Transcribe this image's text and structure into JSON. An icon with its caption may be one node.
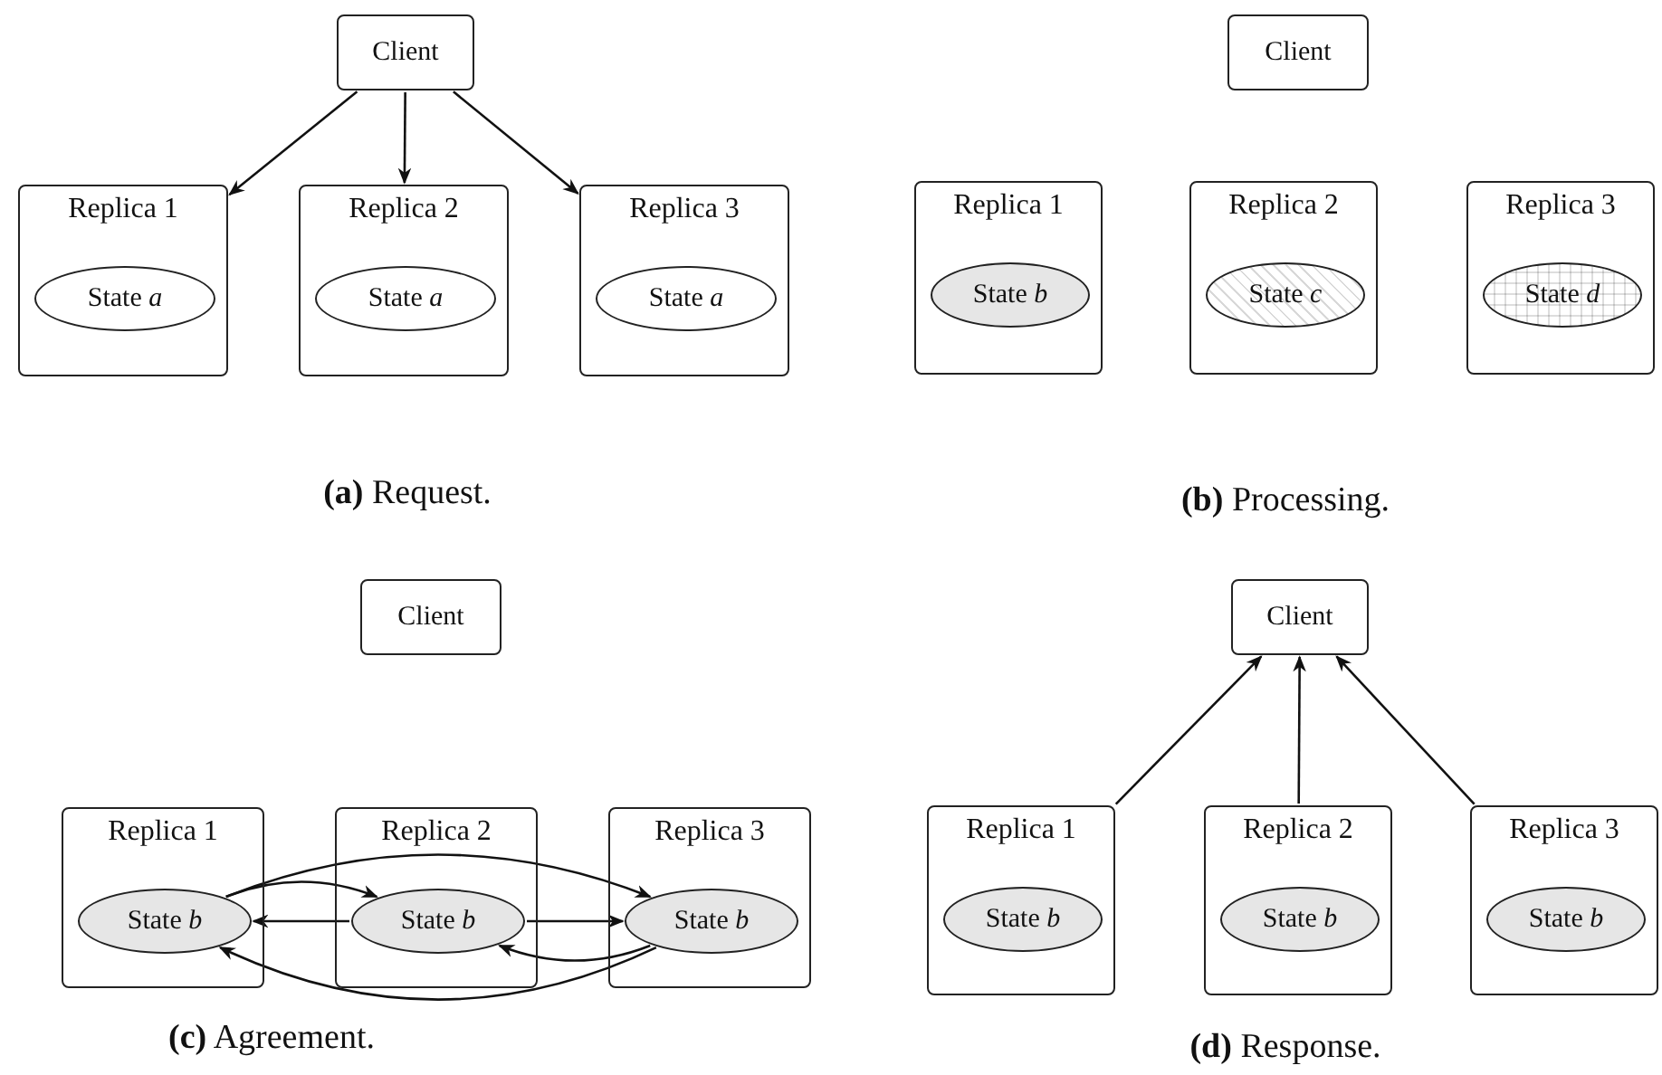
{
  "diagram": {
    "nodes": [
      {
        "text": [
          "Client"
        ]
      },
      {
        "text": [
          "Replica 1"
        ]
      },
      {
        "text": [
          "State *a*"
        ],
        "in": 1
      },
      {
        "text": [
          "Replica 2"
        ]
      },
      {
        "text": [
          "State *a*"
        ],
        "in": 3
      },
      {
        "text": [
          "Replica 3"
        ]
      },
      {
        "text": [
          "State *a*"
        ],
        "in": 5
      },
      {
        "text": [
          "Client"
        ]
      },
      {
        "text": [
          "Replica 1"
        ]
      },
      {
        "text": [
          "State *b*"
        ],
        "in": 8
      },
      {
        "text": [
          "Replica 2"
        ]
      },
      {
        "text": [
          "State *c*"
        ],
        "in": 10
      },
      {
        "text": [
          "Replica 3"
        ]
      },
      {
        "text": [
          "State *d*"
        ],
        "in": 12
      },
      {
        "text": [
          "Client"
        ]
      },
      {
        "text": [
          "Replica 1"
        ]
      },
      {
        "text": [
          "State *b*"
        ],
        "in": 15
      },
      {
        "text": [
          "Replica 2"
        ]
      },
      {
        "text": [
          "State *b*"
        ],
        "in": 17
      },
      {
        "text": [
          "Replica 3"
        ]
      },
      {
        "text": [
          "State *b*"
        ],
        "in": 19
      },
      {
        "text": [
          "Client"
        ]
      },
      {
        "text": [
          "Replica 1"
        ]
      },
      {
        "text": [
          "State *b*"
        ],
        "in": 22
      },
      {
        "text": [
          "Replica 2"
        ]
      },
      {
        "text": [
          "State *b*"
        ],
        "in": 24
      },
      {
        "text": [
          "Replica 3"
        ]
      },
      {
        "text": [
          "State *b*"
        ],
        "in": 26
      }
    ],
    "edges": [
      {
        "from": 0,
        "to": 1,
        "arrow": "to"
      },
      {
        "from": 0,
        "to": 3,
        "arrow": "to"
      },
      {
        "from": 0,
        "to": 5,
        "arrow": "to"
      },
      {
        "from": 16,
        "to": 20,
        "arrow": "to"
      },
      {
        "from": 16,
        "to": 18,
        "arrow": "to"
      },
      {
        "from": 18,
        "to": 16,
        "arrow": "to"
      },
      {
        "from": 18,
        "to": 20,
        "arrow": "to"
      },
      {
        "from": 20,
        "to": 18,
        "arrow": "to"
      },
      {
        "from": 20,
        "to": 16,
        "arrow": "to"
      },
      {
        "from": 22,
        "to": 21,
        "arrow": "to"
      },
      {
        "from": 24,
        "to": 21,
        "arrow": "to"
      },
      {
        "from": 26,
        "to": 21,
        "arrow": "to"
      }
    ],
    "labels": [
      "**(a)** Request.",
      "**(b)** Processing.",
      "**(c)** Agreement.",
      "**(d)** Response."
    ]
  }
}
